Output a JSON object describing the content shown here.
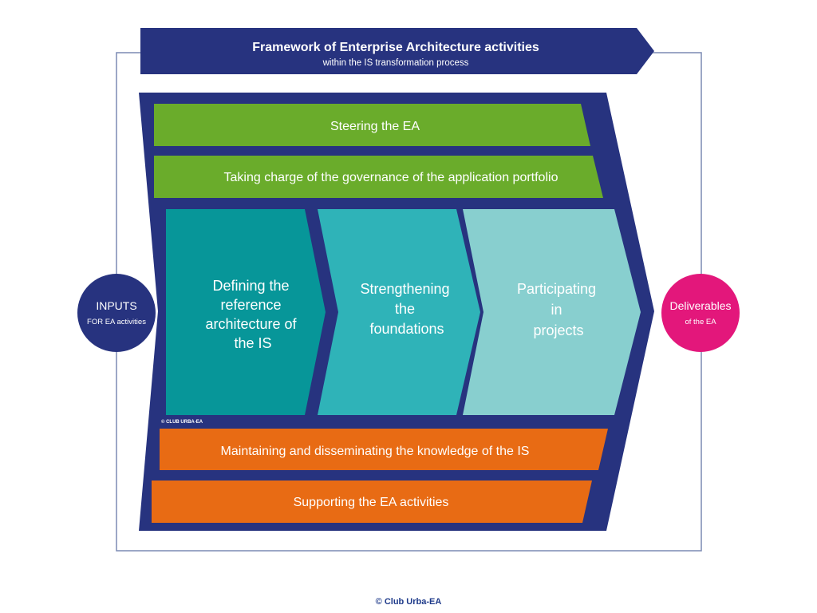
{
  "banner": {
    "title": "Framework of Enterprise Architecture activities",
    "subtitle": "within the IS transformation process"
  },
  "bands": {
    "steering": "Steering the EA",
    "governance": "Taking charge of the governance of the application portfolio",
    "maintaining": "Maintaining and disseminating the knowledge of the IS",
    "supporting": "Supporting the EA activities"
  },
  "chevrons": {
    "defining": [
      "Defining the",
      "reference",
      "architecture of",
      "the IS"
    ],
    "strengthening": [
      "Strengthening",
      "the",
      "foundations"
    ],
    "participating": [
      "Participating",
      "in",
      "projects"
    ]
  },
  "inputs": {
    "title": "INPUTS",
    "subtitle": "FOR EA activities"
  },
  "deliverables": {
    "title": "Deliverables",
    "subtitle": "of the EA"
  },
  "inner_copyright": "© CLUB URBA-EA",
  "footer": "© Club Urba-EA",
  "colors": {
    "navy": "#27337f",
    "green": "#6aac2b",
    "teal_dark": "#079699",
    "teal_mid": "#2fb3b8",
    "teal_light": "#88cfcf",
    "orange": "#e86b14",
    "pink": "#e3177b",
    "frame": "#7b8ab3"
  }
}
